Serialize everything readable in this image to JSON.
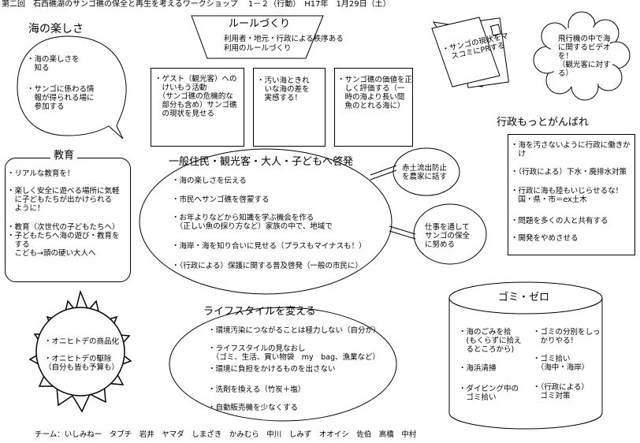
{
  "header": "第二回　石西礁湖のサンゴ礁の保全と再生を考えるワークショップ　 1－２（行動）　H17年　1月29日（土）",
  "umi": {
    "title": "海の楽しさ",
    "items": [
      "・海の楽しさを\n　知る",
      "・サンゴに係わる情\n　報が得られる場に\n　参加する"
    ]
  },
  "rule": {
    "title": "ルールづくり",
    "sub": "利用者・地元・行政による秩序ある\n利用のルールづくり",
    "boxes": [
      "・ゲスト（観光客）への\n　けいもう活動\n　（サンゴ礁の危機的な\n　部分も含め）サンゴ礁\n　の現状を見せる",
      "・汚い海ときれ\n　いな海の差を\n　実感する！",
      "・サンゴ礁の価値を正\n　しく評価する（一\n　時の海より長い間\n　魚のとれる海に）"
    ]
  },
  "news": "・サンゴの現状をマ\n　スコミにPRする",
  "flower": "飛行機の中で海\nに関するビデオ\nを！\n（観光客に対す\nる）",
  "gyosei": {
    "title": "行政もっとがんばれ",
    "items": [
      "・海を汚さないように行政に働きか\n　け",
      "・（行政による）下水・廃排水対策",
      "・行政に海も陸もいじらせるな！\n　国・県・市＝ex土木",
      "・問題を多くの人と共有する",
      "・開発をやめさせる"
    ]
  },
  "kyoiku": {
    "title": "教育",
    "items": [
      "・リアルな教育を！",
      "・楽しく安全に遊べる場所に気軽\n　に子どもたちが出かけられる\n　ように！",
      "・教育（次世代の子どもたちへ）\n・子どもたちへ海の遊び・教育を\n　する\n　こども→頭の硬い大人へ"
    ]
  },
  "ippan": {
    "title": "一般住民・観光客・大人・子どもへ啓発",
    "items": [
      "・海の楽しさを伝える",
      "・市民へサンゴ礁を啓蒙する",
      "・お年よりなどから知識を学ぶ機会を作る\n　（正しい魚の採り方など）家族の中で、地域で",
      "・海岸・海を知り合いに見せる（プラスもマイナスも！）",
      "・（行政による）保護に関する普及啓発（一般の市民に）"
    ]
  },
  "akatsuchi": "赤土流出防止\nを農家に話す",
  "shigoto": "仕事を通して\nサンゴの保全\nに努める",
  "onihitode": "・オニヒトデの商品化\n\n・オニヒトデの駆除\n（自分も皆も予算も）",
  "lifestyle": {
    "title": "ライフスタイルを変える",
    "items": [
      "・環境汚染につながることは極力しない（自分が）",
      "・ライフスタイルの見なおし\n　（ゴミ、生活、買い物袋　my　bag、漁業など）",
      "・環境に負担をかけるものを出さない",
      "・洗剤を換える（竹炭＋塩）",
      "・自動販売機を少なくする"
    ]
  },
  "gomi": {
    "title": "ゴミ・ゼロ",
    "left": [
      "・海のごみを拾\n　(もくらずに拾え\n　るところから)",
      "・海浜清掃",
      "・ダイビング中の\n　ゴミ拾い"
    ],
    "right": [
      "・ゴミの分別をしっ\n　かりやる！",
      "・ゴミ拾い\n　（海中・海岸）",
      "・（行政による）\n　ゴミ対策"
    ]
  },
  "team": "チーム：いしみねー　タブチ　岩井　ヤマダ　しまざき　かみむら　中川　しみず　オオイシ　佐伯　高橋　中村"
}
